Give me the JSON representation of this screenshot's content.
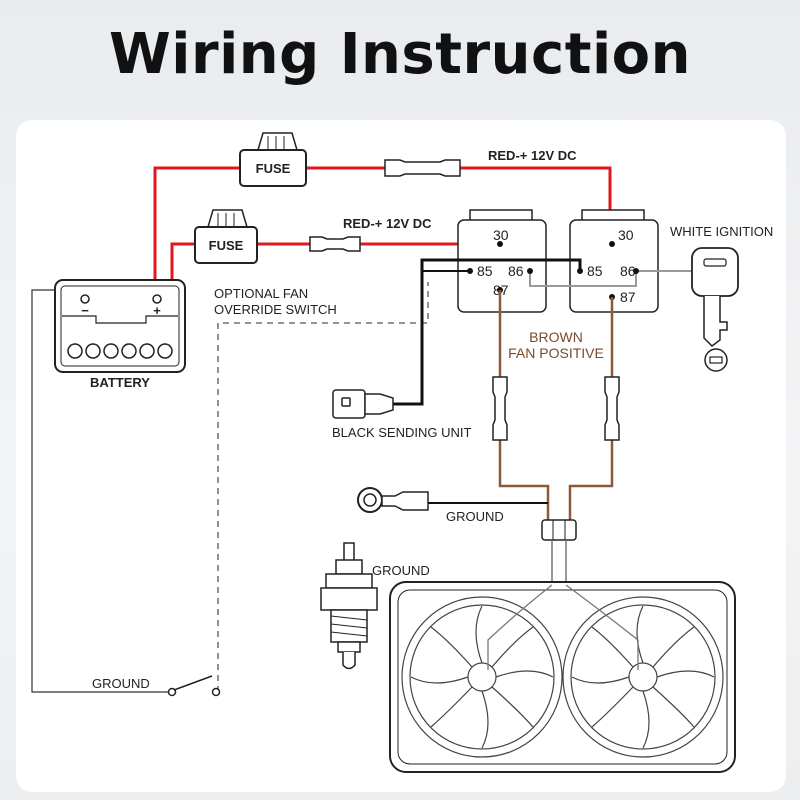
{
  "title": "Wiring Instruction",
  "labels": {
    "fuse_top": "FUSE",
    "fuse_left": "FUSE",
    "red_top": "RED-+ 12V DC",
    "red_mid": "RED-+ 12V DC",
    "battery": "BATTERY",
    "battery_minus": "−",
    "battery_plus": "+",
    "optional_line1": "OPTIONAL FAN",
    "optional_line2": "OVERRIDE SWITCH",
    "white_ignition": "WHITE IGNITION",
    "brown_line1": "BROWN",
    "brown_line2": "FAN POSITIVE",
    "black_sending": "BLACK SENDING UNIT",
    "ground_ring": "GROUND",
    "ground_sensor": "GROUND",
    "ground_switch": "GROUND"
  },
  "relay_left": {
    "pin30": "30",
    "pin85": "85",
    "pin86": "86",
    "pin87": "87"
  },
  "relay_right": {
    "pin30": "30",
    "pin85": "85",
    "pin86": "86",
    "pin87": "87"
  },
  "colors": {
    "red": "#e0191f",
    "brown": "#8a5a3a",
    "black": "#111111",
    "gray": "#9a9a9a"
  }
}
